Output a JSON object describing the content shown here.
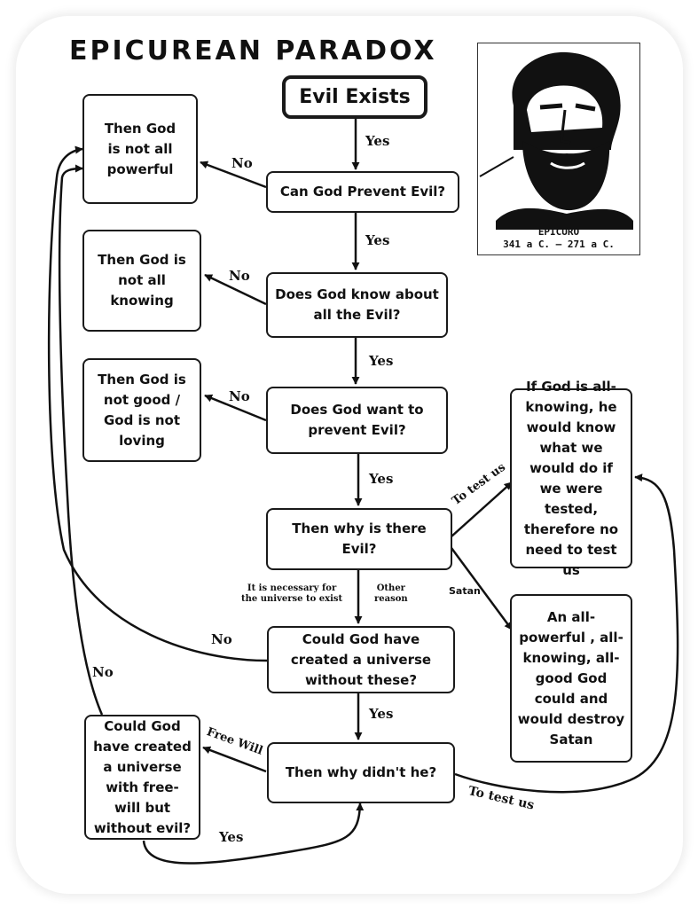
{
  "title": "EPICUREAN PARADOX",
  "portrait": {
    "name": "EPICURO",
    "dates": "341 a C. — 271 a C."
  },
  "nodes": {
    "evil_exists": "Evil Exists",
    "can_prevent": "Can God Prevent Evil?",
    "know_evil": "Does God know about all the Evil?",
    "want_prevent": "Does God want to prevent Evil?",
    "why_evil": "Then why is there Evil?",
    "could_create": "Could God have created a universe without these?",
    "why_didnt": "Then why didn't he?",
    "not_powerful": "Then God is not all powerful",
    "not_knowing": "Then God is not all knowing",
    "not_good": "Then God is not good / God is not loving",
    "free_will_q": "Could God have created a universe with free-will but without evil?",
    "all_knowing_test": "If God is all-knowing, he would know what we would do if we were tested, therefore no need to test us",
    "satan_answer": "An all-powerful , all-knowing, all-good God could and would destroy Satan"
  },
  "edges": {
    "yes_1": "Yes",
    "yes_2": "Yes",
    "yes_3": "Yes",
    "yes_4": "Yes",
    "yes_5": "Yes",
    "yes_6": "Yes",
    "no_1": "No",
    "no_2": "No",
    "no_3": "No",
    "no_4": "No",
    "no_5": "No",
    "necessary_line1": "It is necessary for",
    "necessary_line2": "the universe to exist",
    "other_line1": "Other",
    "other_line2": "reason",
    "to_test_us_1": "To test us",
    "satan": "Satan",
    "free_will": "Free Will",
    "to_test_us_2": "To test us"
  }
}
